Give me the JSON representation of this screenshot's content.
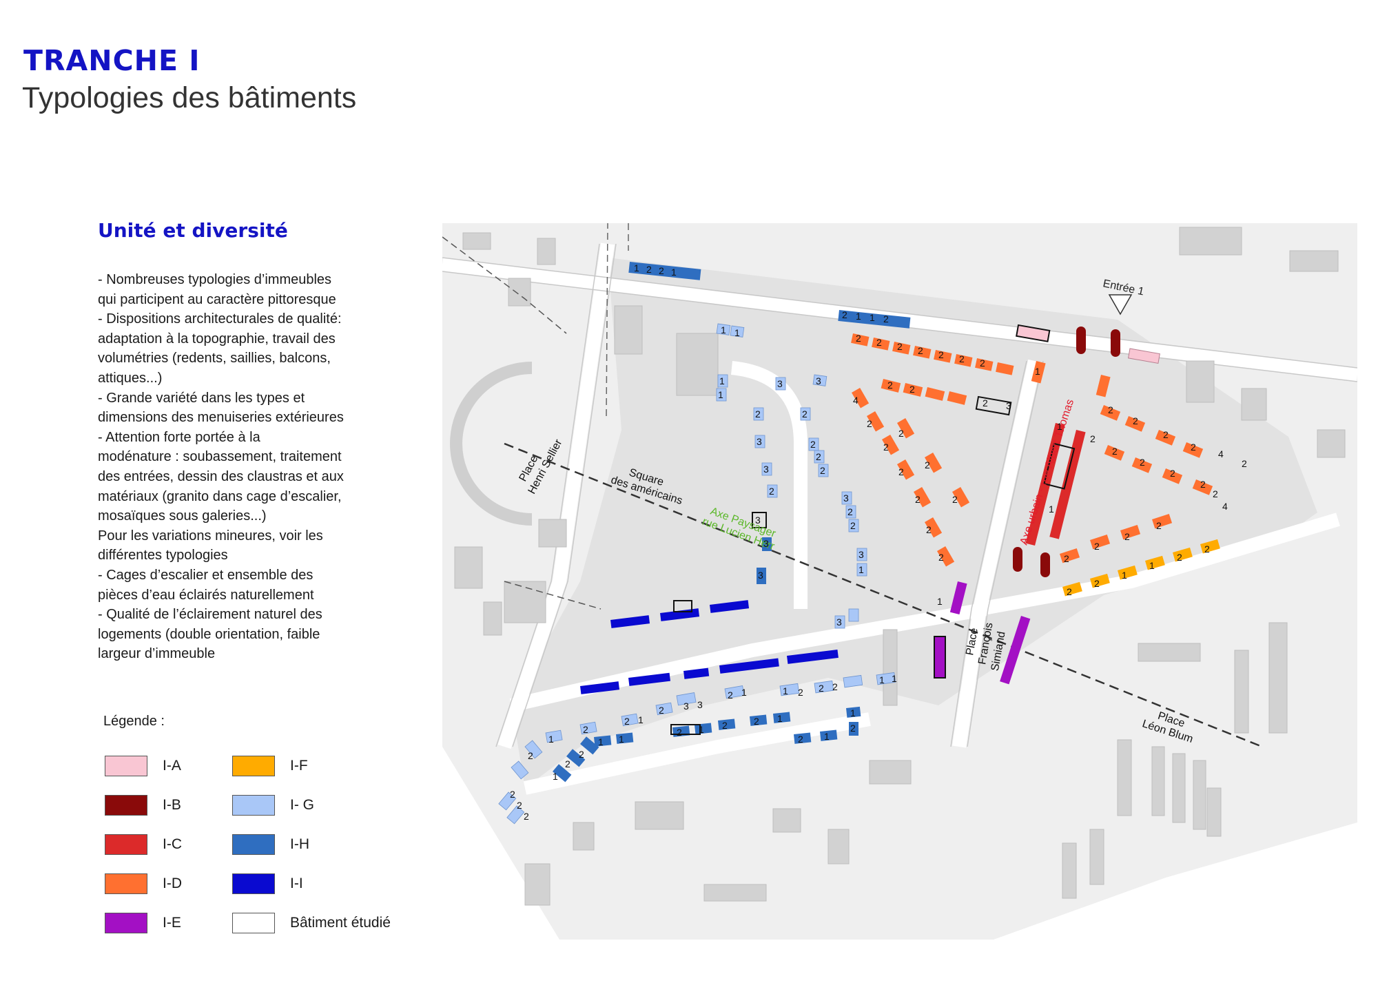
{
  "header": {
    "title": "TRANCHE I",
    "subtitle": "Typologies des bâtiments"
  },
  "section": {
    "title": "Unité et diversité",
    "lines": [
      "- Nombreuses typologies d’immeubles",
      "qui participent au caractère pittoresque",
      "- Dispositions architecturales de qualité:",
      "adaptation à la topographie, travail des",
      "volumétries (redents, saillies, balcons,",
      "attiques...)",
      "- Grande variété dans les types et",
      "dimensions des menuiseries extérieures",
      "- Attention forte portée à la",
      "modénature : soubassement, traitement",
      "des entrées, dessin des claustras et aux",
      "matériaux (granito dans cage d’escalier,",
      "mosaïques sous galeries...)",
      "Pour les variations mineures, voir les",
      "différentes typologies",
      "- Cages d’escalier et ensemble des",
      "pièces d’eau éclairés naturellement",
      "- Qualité de l’éclairement naturel des",
      "logements (double orientation, faible",
      "largeur d’immeuble"
    ]
  },
  "legend": {
    "title": "Légende :",
    "items": [
      {
        "label": "I-A",
        "color": "#f9c6d3"
      },
      {
        "label": "I-B",
        "color": "#8a0a0a"
      },
      {
        "label": "I-C",
        "color": "#dc2a2a"
      },
      {
        "label": "I-D",
        "color": "#ff7030"
      },
      {
        "label": "I-E",
        "color": "#a310c4"
      },
      {
        "label": "I-F",
        "color": "#ffab00"
      },
      {
        "label": "I- G",
        "color": "#a9c7f7"
      },
      {
        "label": "I-H",
        "color": "#2f6ec0"
      },
      {
        "label": "I-I",
        "color": "#0a0ad0"
      },
      {
        "label": "Bâtiment étudié",
        "color": "#ffffff"
      }
    ]
  },
  "map": {
    "entrance_label": "Entrée 1",
    "place_henri_sellier": [
      "Place",
      "Henri Sellier"
    ],
    "square_americains": [
      "Square",
      "des américains"
    ],
    "axe_paysager": [
      "Axe Paysager",
      "rue Lucien Herr"
    ],
    "axe_urbain": "Axe urbain - rue Albert Thomas",
    "place_francois_simiand": [
      "Place",
      "François",
      "Simiand"
    ],
    "place_leon_blum": [
      "Place",
      "Léon Blum"
    ],
    "colors": {
      "I-A": "#f9c6d3",
      "I-B": "#8a0a0a",
      "I-C": "#dc2a2a",
      "I-D": "#ff7030",
      "I-E": "#a310c4",
      "I-F": "#ffab00",
      "I-G": "#a9c7f7",
      "I-H": "#2f6ec0",
      "I-I": "#0a0ad0",
      "axe_paysager": "#5cb82a",
      "axe_urbain": "#e21b2b"
    },
    "building_numbers": {
      "h_north": [
        "1",
        "2",
        "2",
        "1"
      ],
      "h_north_right": [
        "2",
        "1",
        "1",
        "2"
      ],
      "g_north": [
        "1",
        "1"
      ],
      "d_north": [
        "2",
        "2",
        "2",
        "2",
        "2",
        "2",
        "2",
        "1"
      ],
      "d_north_inner": [
        "2",
        "2",
        "2",
        "3"
      ],
      "d_middle": [
        "2",
        "2",
        "2",
        "2",
        "2",
        "2",
        "2"
      ],
      "d_left": [
        "4",
        "2",
        "2"
      ],
      "d_east": [
        "2",
        "2",
        "2",
        "2",
        "2",
        "4",
        "2"
      ],
      "d_east_low": [
        "2",
        "2",
        "2",
        "2",
        "4"
      ],
      "d_south_east": [
        "2",
        "2",
        "2",
        "2"
      ],
      "f_south": [
        "2",
        "2",
        "1",
        "1",
        "2",
        "2"
      ],
      "c_axis": [
        "1",
        "1",
        "2"
      ],
      "g_column_1": [
        "1",
        "1"
      ],
      "g_column_2": [
        "3",
        "2",
        "3",
        "3",
        "2",
        "3"
      ],
      "g_column_3": [
        "2",
        "2",
        "2",
        "2",
        "3",
        "3",
        "2",
        "2"
      ],
      "g_curve": [
        "3",
        "1",
        "3"
      ],
      "g_south": [
        "1",
        "2",
        "2",
        "2",
        "1",
        "1"
      ],
      "g_south_2": [
        "2",
        "1",
        "2",
        "3",
        "3",
        "2",
        "1"
      ],
      "g_south_3": [
        "2",
        "1",
        "2",
        "2",
        "2",
        "2"
      ],
      "h_south": [
        "1",
        "2",
        "2",
        "1",
        "1",
        "2",
        "1",
        "2",
        "2",
        "1",
        "2",
        "1",
        "2",
        "1"
      ],
      "i_markers": [
        "3",
        "3"
      ],
      "e_markers": [
        "1"
      ]
    }
  }
}
